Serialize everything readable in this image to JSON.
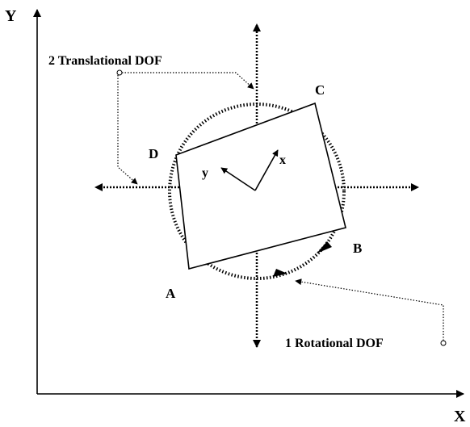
{
  "axes": {
    "x_label": "X",
    "y_label": "Y"
  },
  "body": {
    "corners": {
      "a": "A",
      "b": "B",
      "c": "C",
      "d": "D"
    }
  },
  "local_frame": {
    "x_label": "x",
    "y_label": "y"
  },
  "callouts": {
    "translational": "2 Translational DOF",
    "rotational": "1 Rotational DOF"
  },
  "colors": {
    "ink": "#000000",
    "background": "#ffffff"
  }
}
